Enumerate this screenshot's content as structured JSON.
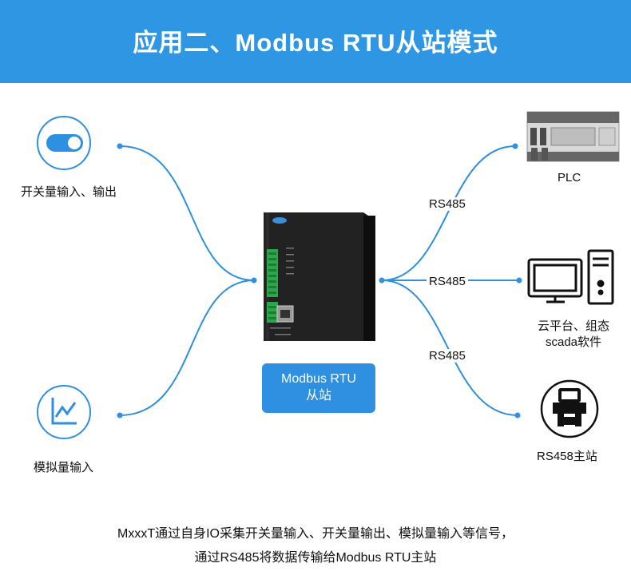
{
  "title": "应用二、Modbus RTU从站模式",
  "left_nodes": {
    "switch_label": "开关量输入、输出",
    "analog_label": "模拟量输入"
  },
  "device": {
    "line1": "Modbus RTU",
    "line2": "从站"
  },
  "right_nodes": {
    "plc_label": "PLC",
    "scada_line1": "云平台、组态",
    "scada_line2": "scada软件",
    "master_label": "RS458主站"
  },
  "links": {
    "top": "RS485",
    "middle": "RS485",
    "bottom": "RS485"
  },
  "caption": {
    "line1": "MxxxT通过自身IO采集开关量输入、开关量输出、模拟量输入等信号，",
    "line2": "通过RS485将数据传输给Modbus RTU主站"
  },
  "colors": {
    "banner": "#2f96e3",
    "accent": "#2f8fe0",
    "device_box": "#2f8fe0"
  }
}
